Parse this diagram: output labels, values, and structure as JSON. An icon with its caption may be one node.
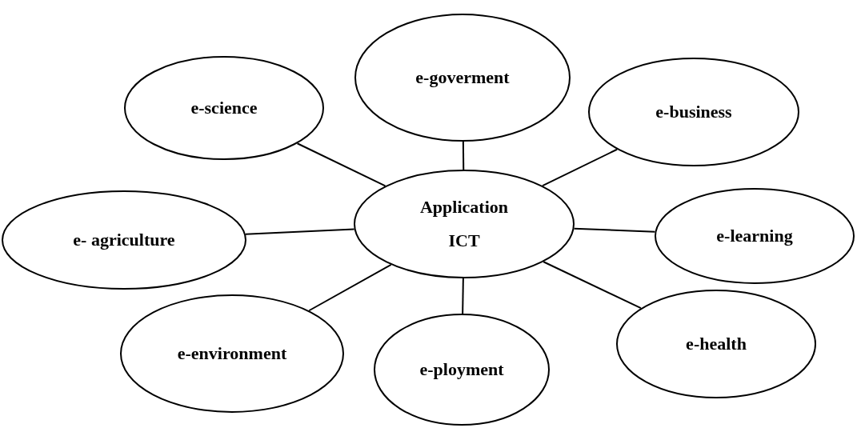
{
  "diagram": {
    "nodes": [
      {
        "text": [
          "Application ICT"
        ]
      },
      {
        "text": [
          "e-science"
        ]
      },
      {
        "text": [
          "e-goverment"
        ]
      },
      {
        "text": [
          "e-business"
        ]
      },
      {
        "text": [
          "e-learning"
        ]
      },
      {
        "text": [
          "e-health"
        ]
      },
      {
        "text": [
          "e-ployment"
        ]
      },
      {
        "text": [
          "e-environment"
        ]
      },
      {
        "text": [
          "e- agriculture"
        ]
      }
    ],
    "edges": [
      {
        "from": 0,
        "to": 1,
        "arrow": "none"
      },
      {
        "from": 0,
        "to": 2,
        "arrow": "none"
      },
      {
        "from": 0,
        "to": 3,
        "arrow": "none"
      },
      {
        "from": 0,
        "to": 4,
        "arrow": "none"
      },
      {
        "from": 0,
        "to": 5,
        "arrow": "none"
      },
      {
        "from": 0,
        "to": 6,
        "arrow": "none"
      },
      {
        "from": 0,
        "to": 7,
        "arrow": "none"
      },
      {
        "from": 0,
        "to": 8,
        "arrow": "none"
      }
    ]
  }
}
